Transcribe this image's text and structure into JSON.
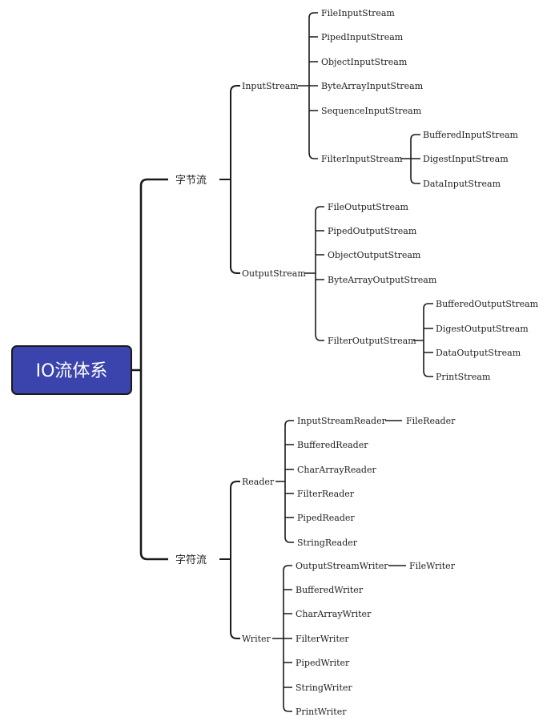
{
  "root": {
    "label": "IO流体系",
    "fill": "#3b44ad",
    "stroke": "#1a1a1a"
  },
  "byte_stream": {
    "label": "字节流",
    "input_stream": {
      "label": "InputStream",
      "children": [
        "FileInputStream",
        "PipedInputStream",
        "ObjectInputStream",
        "ByteArrayInputStream",
        "SequenceInputStream"
      ],
      "filter": {
        "label": "FilterInputStream",
        "children": [
          "BufferedInputStream",
          "DigestInputStream",
          "DataInputStream"
        ]
      }
    },
    "output_stream": {
      "label": "OutputStream",
      "children": [
        "FileOutputStream",
        "PipedOutputStream",
        "ObjectOutputStream",
        "ByteArrayOutputStream"
      ],
      "filter": {
        "label": "FilterOutputStream",
        "children": [
          "BufferedOutputStream",
          "DigestOutputStream",
          "DataOutputStream",
          "PrintStream"
        ]
      }
    }
  },
  "char_stream": {
    "label": "字符流",
    "reader": {
      "label": "Reader",
      "first": {
        "label": "InputStreamReader",
        "child": "FileReader"
      },
      "children": [
        "BufferedReader",
        "CharArrayReader",
        "FilterReader",
        "PipedReader",
        "StringReader"
      ]
    },
    "writer": {
      "label": "Writer",
      "first": {
        "label": "OutputStreamWriter",
        "child": "FileWriter"
      },
      "children": [
        "BufferedWriter",
        "CharArrayWriter",
        "FilterWriter",
        "PipedWriter",
        "StringWriter",
        "PrintWriter"
      ]
    }
  }
}
